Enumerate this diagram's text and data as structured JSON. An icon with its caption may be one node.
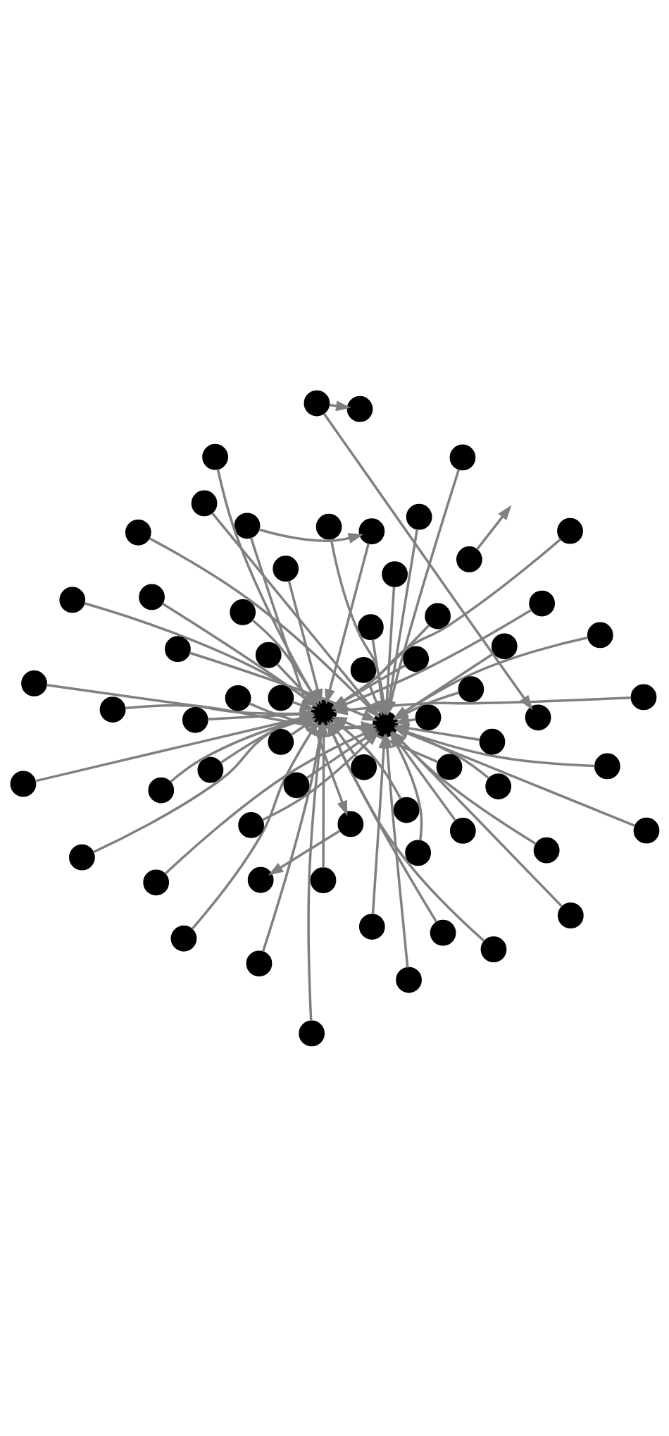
{
  "diagram": {
    "nodes": [
      {
        "text": [],
        "shape": "circle"
      },
      {
        "text": [],
        "shape": "circle"
      },
      {
        "text": [],
        "shape": "circle"
      },
      {
        "text": [],
        "shape": "circle"
      },
      {
        "text": [],
        "shape": "circle"
      },
      {
        "text": [],
        "shape": "circle"
      },
      {
        "text": [],
        "shape": "circle"
      },
      {
        "text": [],
        "shape": "circle"
      },
      {
        "text": [],
        "shape": "circle"
      },
      {
        "text": [],
        "shape": "circle"
      },
      {
        "text": [],
        "shape": "circle"
      },
      {
        "text": [],
        "shape": "circle"
      },
      {
        "text": [],
        "shape": "circle"
      },
      {
        "text": [],
        "shape": "circle"
      },
      {
        "text": [],
        "shape": "circle"
      },
      {
        "text": [],
        "shape": "circle"
      },
      {
        "text": [],
        "shape": "circle"
      },
      {
        "text": [],
        "shape": "circle"
      },
      {
        "text": [],
        "shape": "circle"
      },
      {
        "text": [],
        "shape": "circle"
      },
      {
        "text": [],
        "shape": "circle"
      },
      {
        "text": [],
        "shape": "circle"
      },
      {
        "text": [],
        "shape": "circle"
      },
      {
        "text": [],
        "shape": "circle"
      },
      {
        "text": [],
        "shape": "circle"
      },
      {
        "text": [],
        "shape": "circle"
      },
      {
        "text": [],
        "shape": "circle"
      },
      {
        "text": [],
        "shape": "circle"
      },
      {
        "text": [],
        "shape": "circle"
      },
      {
        "text": [],
        "shape": "circle"
      },
      {
        "text": [],
        "shape": "circle"
      },
      {
        "text": [],
        "shape": "circle"
      },
      {
        "text": [],
        "shape": "circle"
      },
      {
        "text": [],
        "shape": "circle"
      },
      {
        "text": [],
        "shape": "circle"
      },
      {
        "text": [],
        "shape": "circle"
      },
      {
        "text": [],
        "shape": "circle"
      },
      {
        "text": [],
        "shape": "circle"
      },
      {
        "text": [],
        "shape": "circle"
      },
      {
        "text": [],
        "shape": "circle"
      },
      {
        "text": [],
        "shape": "circle"
      },
      {
        "text": [],
        "shape": "circle"
      },
      {
        "text": [],
        "shape": "circle"
      },
      {
        "text": [],
        "shape": "circle"
      },
      {
        "text": [],
        "shape": "circle"
      },
      {
        "text": [],
        "shape": "circle"
      },
      {
        "text": [],
        "shape": "circle"
      },
      {
        "text": [],
        "shape": "circle"
      },
      {
        "text": [],
        "shape": "circle"
      },
      {
        "text": [],
        "shape": "circle"
      },
      {
        "text": [],
        "shape": "circle"
      },
      {
        "text": [],
        "shape": "circle"
      },
      {
        "text": [],
        "shape": "circle"
      },
      {
        "text": [],
        "shape": "circle"
      },
      {
        "text": [],
        "shape": "circle"
      },
      {
        "text": [],
        "shape": "circle"
      },
      {
        "text": [],
        "shape": "circle"
      },
      {
        "text": [],
        "shape": "circle"
      },
      {
        "text": [],
        "shape": "circle"
      },
      {
        "text": [],
        "shape": "circle"
      },
      {
        "text": [],
        "shape": "circle"
      },
      {
        "text": [],
        "shape": "circle"
      },
      {
        "text": [],
        "shape": "circle"
      },
      {
        "text": [],
        "shape": "circle"
      },
      {
        "text": [],
        "shape": "circle"
      },
      {
        "text": [],
        "shape": "circle"
      }
    ],
    "edges": [
      {
        "from": 0,
        "to": 37,
        "arrow": "to"
      },
      {
        "from": 1,
        "to": 38,
        "arrow": "to"
      },
      {
        "from": 2,
        "to": 37,
        "arrow": "to"
      },
      {
        "from": 3,
        "to": 4,
        "arrow": "to"
      },
      {
        "from": 3,
        "to": 48,
        "arrow": "to"
      },
      {
        "from": 5,
        "to": 37,
        "arrow": "to"
      },
      {
        "from": 6,
        "to": 37,
        "arrow": "to"
      },
      {
        "from": 7,
        "to": 38,
        "arrow": "to"
      },
      {
        "from": 8,
        "to": 37,
        "arrow": "to"
      },
      {
        "from": 9,
        "to": 37,
        "arrow": "to"
      },
      {
        "from": 10,
        "to": 38,
        "arrow": "to"
      },
      {
        "from": 11,
        "to": 37,
        "arrow": "to"
      },
      {
        "from": 12,
        "to": 38,
        "arrow": "to"
      },
      {
        "from": 13,
        "to": 38,
        "arrow": "to"
      },
      {
        "from": 14,
        "to": 38,
        "arrow": "to"
      },
      {
        "from": 15,
        "to": 37,
        "arrow": "to"
      },
      {
        "from": 16,
        "to": 38,
        "arrow": "to"
      },
      {
        "from": 17,
        "to": 37,
        "arrow": "to"
      },
      {
        "from": 18,
        "to": 38,
        "arrow": "to"
      },
      {
        "from": 19,
        "to": 38,
        "arrow": "to"
      },
      {
        "from": 21,
        "to": 38,
        "arrow": "to"
      },
      {
        "from": 22,
        "to": 38,
        "arrow": "to"
      },
      {
        "from": 23,
        "to": 37,
        "arrow": "to"
      },
      {
        "from": 24,
        "to": 37,
        "arrow": "to"
      },
      {
        "from": 25,
        "to": 37,
        "arrow": "to"
      },
      {
        "from": 26,
        "to": 37,
        "arrow": "to"
      },
      {
        "from": 27,
        "to": 37,
        "arrow": "to"
      },
      {
        "from": 28,
        "to": 20,
        "arrow": "to"
      },
      {
        "from": 29,
        "to": 38,
        "arrow": "to"
      },
      {
        "from": 30,
        "to": 38,
        "arrow": "to"
      },
      {
        "from": 31,
        "to": 37,
        "arrow": "to"
      },
      {
        "from": 32,
        "to": 38,
        "arrow": "to"
      },
      {
        "from": 33,
        "to": 38,
        "arrow": "to"
      },
      {
        "from": 34,
        "to": 37,
        "arrow": "to"
      },
      {
        "from": 35,
        "to": 37,
        "arrow": "to"
      },
      {
        "from": 36,
        "to": 38,
        "arrow": "to"
      },
      {
        "from": 39,
        "to": 38,
        "arrow": "to"
      },
      {
        "from": 40,
        "to": 38,
        "arrow": "to"
      },
      {
        "from": 41,
        "to": 37,
        "arrow": "to"
      },
      {
        "from": 42,
        "to": 37,
        "arrow": "to"
      },
      {
        "from": 43,
        "to": 38,
        "arrow": "to"
      },
      {
        "from": 44,
        "to": 38,
        "arrow": "to"
      },
      {
        "from": 45,
        "to": 37,
        "arrow": "to"
      },
      {
        "from": 46,
        "to": 37,
        "arrow": "to"
      },
      {
        "from": 47,
        "to": 38,
        "arrow": "to"
      },
      {
        "from": 49,
        "to": 38,
        "arrow": "to"
      },
      {
        "from": 50,
        "to": 37,
        "arrow": "to"
      },
      {
        "from": 51,
        "to": 38,
        "arrow": "to"
      },
      {
        "from": 52,
        "to": 37,
        "arrow": "to"
      },
      {
        "from": 53,
        "to": 38,
        "arrow": "to"
      },
      {
        "from": 54,
        "to": null,
        "arrow": "to"
      },
      {
        "from": 55,
        "to": 38,
        "arrow": "to"
      },
      {
        "from": 56,
        "to": 37,
        "arrow": "to"
      },
      {
        "from": 57,
        "to": 28,
        "arrow": "to"
      },
      {
        "from": 57,
        "to": 23,
        "arrow": "to"
      },
      {
        "from": 58,
        "to": 37,
        "arrow": "to"
      },
      {
        "from": 59,
        "to": 38,
        "arrow": "to"
      },
      {
        "from": 60,
        "to": 38,
        "arrow": "to"
      },
      {
        "from": 61,
        "to": 37,
        "arrow": "to"
      },
      {
        "from": 62,
        "to": 38,
        "arrow": "to"
      },
      {
        "from": 63,
        "to": 37,
        "arrow": "to"
      },
      {
        "from": 64,
        "to": 37,
        "arrow": "to"
      },
      {
        "from": 65,
        "to": 37,
        "arrow": "to"
      }
    ]
  }
}
